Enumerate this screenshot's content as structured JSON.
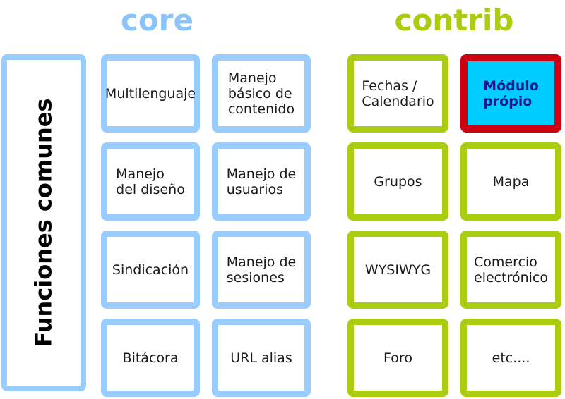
{
  "titles": {
    "core": "core",
    "contrib": "contrib"
  },
  "left_panel": {
    "label": "Funciones comunes"
  },
  "core_columns": [
    [
      "Multilenguaje",
      "Manejo\ndel diseño",
      "Sindicación",
      "Bitácora"
    ],
    [
      "Manejo\nbásico de\ncontenido",
      "Manejo de\nusuarios",
      "Manejo de\nsesiones",
      "URL alias"
    ]
  ],
  "contrib_columns": [
    [
      "Fechas /\nCalendario",
      "Grupos",
      "WYSIWYG",
      "Foro"
    ],
    [
      {
        "label": "Módulo\nprópio",
        "highlight": true
      },
      "Mapa",
      "Comercio\nelectrónico",
      "etc...."
    ]
  ],
  "colors": {
    "core_accent": "#99ccff",
    "core_title": "#8cc4fa",
    "contrib_accent": "#aacc11",
    "highlight_border": "#cc0011",
    "highlight_bg": "#00ccff",
    "highlight_text": "#1a1a8c",
    "box_text": "#1a1a1a"
  }
}
